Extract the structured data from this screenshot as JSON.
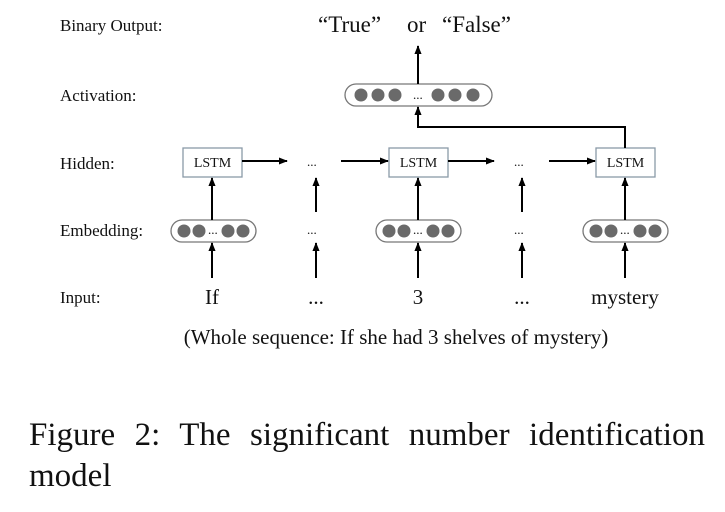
{
  "row_labels": {
    "output": "Binary Output:",
    "activation": "Activation:",
    "hidden": "Hidden:",
    "embedding": "Embedding:",
    "input": "Input:"
  },
  "output": {
    "true_text": "“True”",
    "or_text": "or",
    "false_text": "“False”"
  },
  "lstm_label": "LSTM",
  "ellipsis": "...",
  "inputs": {
    "token_1": "If",
    "token_2": "...",
    "token_3": "3",
    "token_4": "...",
    "token_5": "mystery"
  },
  "whole_sequence": "(Whole sequence: If she had 3 shelves of mystery)",
  "caption": "Figure 2:  The significant number identification model"
}
